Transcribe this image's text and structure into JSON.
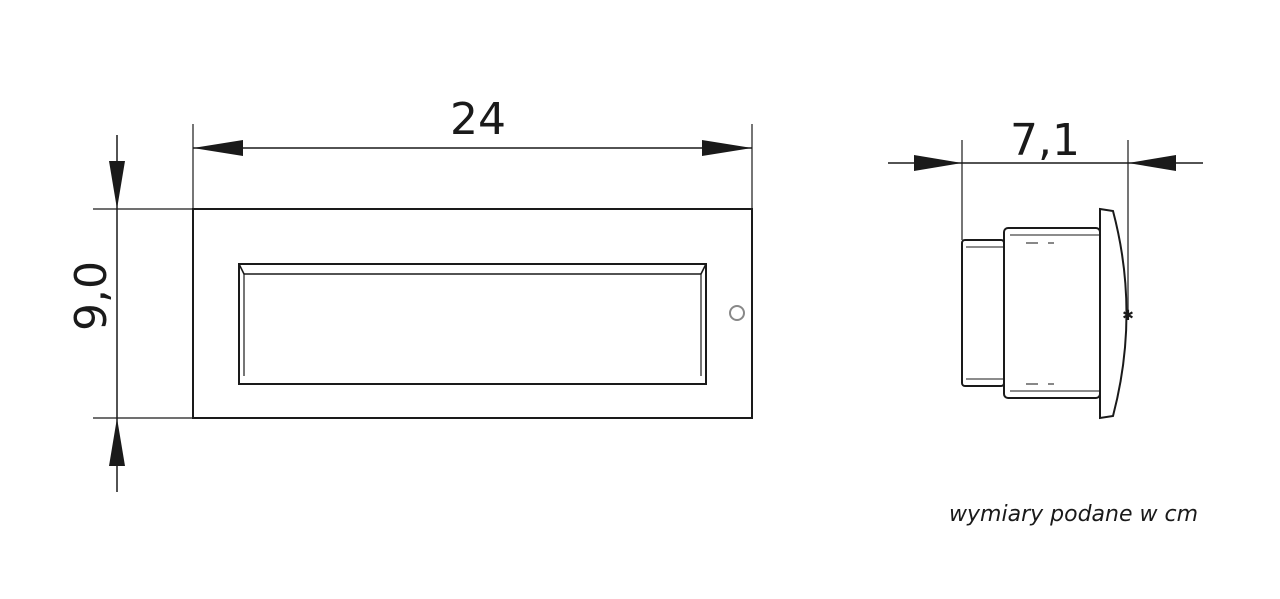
{
  "dimensions": {
    "width": "24",
    "height": "9,0",
    "depth": "7,1"
  },
  "note": "wymiary podane w cm"
}
